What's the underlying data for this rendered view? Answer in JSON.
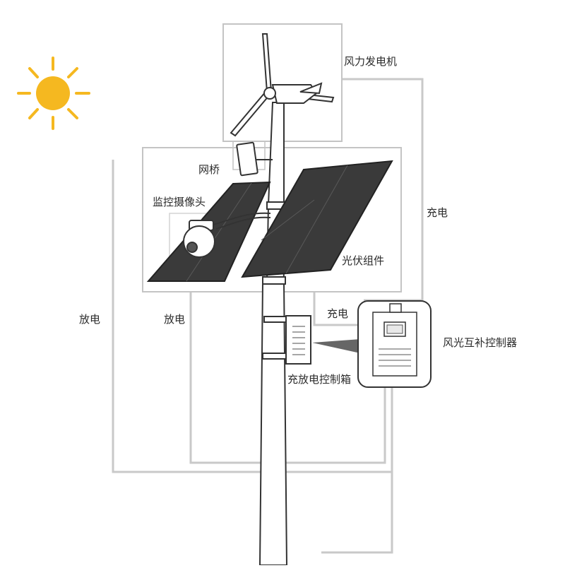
{
  "labels": {
    "wind_turbine": "风力发电机",
    "network_bridge": "网桥",
    "surveillance_camera": "监控摄像头",
    "pv_module": "光伏组件",
    "charge_right": "充电",
    "charge_bottom": "充电",
    "discharge_left": "放电",
    "discharge_inner": "放电",
    "wind_solar_controller": "风光互补控制器",
    "charge_discharge_box": "充放电控制箱"
  },
  "colors": {
    "sun": "#f5b820",
    "line": "#333333",
    "wire": "#c9c9c9",
    "panel": "#3a3a3a"
  }
}
